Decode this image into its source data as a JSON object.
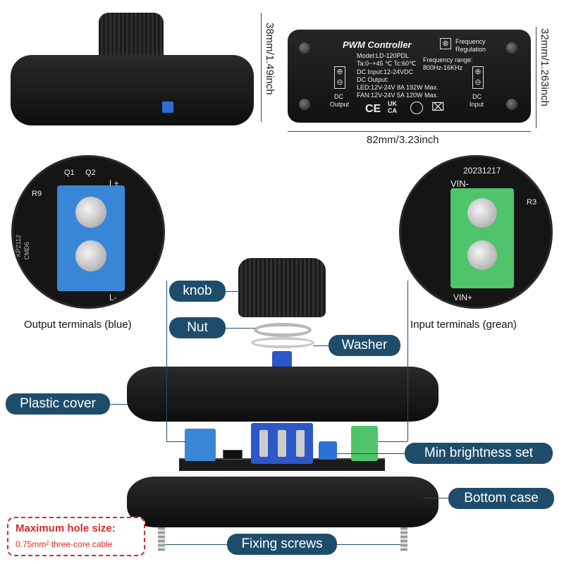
{
  "top_view": {
    "height_dim": "38mm/1.49inch"
  },
  "controller_label": {
    "title": "PWM Controller",
    "freq_title_1": "Frequency",
    "freq_title_2": "Regulation",
    "model": "Model:LD-120PDL",
    "temp": "Ta:0~+45 ℃  Tc:60℃",
    "freq_range_1": "Frequency range:",
    "freq_range_2": "800Hz-16KHz",
    "dc_input": "DC Input:12-24VDC",
    "dc_output": "DC Output:",
    "led": "LED:12V-24V 8A 192W Max.",
    "fan": "FAN:12V-24V 5A 120W Max.",
    "dc_output_left_1": "DC",
    "dc_output_left_2": "Output",
    "dc_input_right_1": "DC",
    "dc_input_right_2": "Input",
    "ce": "CE",
    "ukca_1": "UK",
    "ukca_2": "CA",
    "height_dim": "32mm/1.263inch",
    "width_dim": "82mm/3.23inch"
  },
  "pcb_marks": {
    "left": [
      "Q1",
      "Q2",
      "R9",
      "L+",
      "L-",
      "KP2112",
      "CMD6"
    ],
    "right": [
      "20231217",
      "VIN-",
      "R3",
      "VIN+"
    ]
  },
  "callouts": {
    "knob": "knob",
    "nut": "Nut",
    "washer": "Washer",
    "plastic_cover": "Plastic cover",
    "min_brightness": "Min brightness set",
    "bottom_case": "Bottom case",
    "fixing_screws": "Fixing screws",
    "output_terminals": "Output terminals (blue)",
    "input_terminals": "Input terminals (grean)"
  },
  "hole_note": {
    "title": "Maximum hole size:",
    "detail": "0.75mm² three-core cable"
  }
}
